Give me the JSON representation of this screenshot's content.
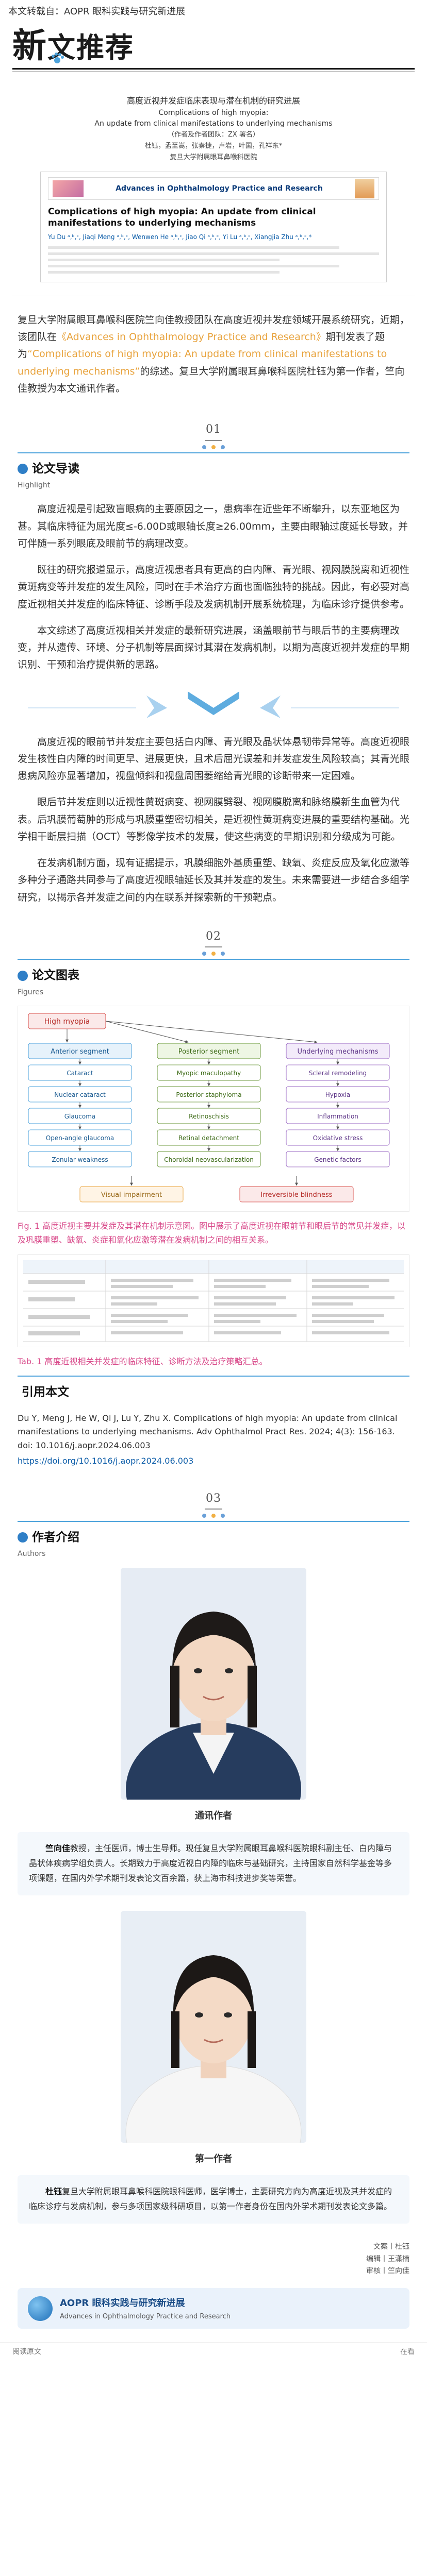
{
  "topbar": {
    "text": "本文转载自：AOPR 眼科实践与研究新进展"
  },
  "hero": {
    "title_first": "新",
    "title_rest": "文推荐"
  },
  "paper_cover": {
    "title_zh": "高度近视并发症临床表现与潜在机制的研究进展",
    "subtitle_en": "Complications of high myopia:",
    "title_en": "An update from clinical manifestations to underlying mechanisms",
    "journal_zh": "（作者及作者团队：ZX 署名）",
    "authors_zh": "杜钰，孟至嵩，张秦捷，卢岩，叶国，孔祥东*",
    "affiliation_zh": "复旦大学附属眼耳鼻喉科医院",
    "pdf": {
      "journal_name": "Advances in Ophthalmology Practice and Research",
      "article_title": "Complications of high myopia: An update from clinical manifestations to underlying mechanisms",
      "authors": "Yu Du ᵃ,ᵇ,ᶜ, Jiaqi Meng ᵃ,ᵇ,ᶜ, Wenwen He ᵃ,ᵇ,ᶜ, Jiao Qi ᵃ,ᵇ,ᶜ, Yi Lu ᵃ,ᵇ,ᶜ, Xiangjia Zhu ᵃ,ᵇ,ᶜ,*"
    }
  },
  "intro": {
    "p1": "复旦大学附属眼耳鼻喉科医院竺向佳教授团队在高度近视并发症领域开展系统研究，近期，该团队在",
    "highlight": "《Advances in Ophthalmology Practice and Research》",
    "p2": "期刊发表了题为",
    "highlight_title": "“Complications of high myopia: An update from clinical manifestations to underlying mechanisms”",
    "p3": "的综述。复旦大学附属眼耳鼻喉科医院杜钰为第一作者，竺向佳教授为本文通讯作者。"
  },
  "section1": {
    "num": "01",
    "title_zh": "论文导读",
    "title_en": "Highlight",
    "paras": [
      "高度近视是引起致盲眼病的主要原因之一，患病率在近些年不断攀升，以东亚地区为甚。其临床特征为屈光度≤-6.00D或眼轴长度≥26.00mm，主要由眼轴过度延长导致，并可伴随一系列眼底及眼前节的病理改变。",
      "既往的研究报道显示，高度近视患者具有更高的白内障、青光眼、视网膜脱离和近视性黄斑病变等并发症的发生风险，同时在手术治疗方面也面临独特的挑战。因此，有必要对高度近视相关并发症的临床特征、诊断手段及发病机制开展系统梳理，为临床诊疗提供参考。",
      "本文综述了高度近视相关并发症的最新研究进展，涵盖眼前节与眼后节的主要病理改变，并从遗传、环境、分子机制等层面探讨其潜在发病机制，以期为高度近视并发症的早期识别、干预和治疗提供新的思路。"
    ]
  },
  "section1b": {
    "paras": [
      "高度近视的眼前节并发症主要包括白内障、青光眼及晶状体悬韧带异常等。高度近视眼发生核性白内障的时间更早、进展更快，且术后屈光误差和并发症发生风险较高；其青光眼患病风险亦显著增加，视盘倾斜和视盘周围萎缩给青光眼的诊断带来一定困难。",
      "眼后节并发症则以近视性黄斑病变、视网膜劈裂、视网膜脱离和脉络膜新生血管为代表。后巩膜葡萄肿的形成与巩膜重塑密切相关，是近视性黄斑病变进展的重要结构基础。光学相干断层扫描（OCT）等影像学技术的发展，使这些病变的早期识别和分级成为可能。",
      "在发病机制方面，现有证据提示，巩膜细胞外基质重塑、缺氧、炎症反应及氧化应激等多种分子通路共同参与了高度近视眼轴延长及其并发症的发生。未来需要进一步结合多组学研究，以揭示各并发症之间的内在联系并探索新的干预靶点。"
    ]
  },
  "section2": {
    "num": "02",
    "title_zh": "论文图表",
    "title_en": "Figures",
    "figure": {
      "root": "High myopia",
      "left_col": [
        "Anterior segment",
        "Cataract",
        "Nuclear cataract",
        "Glaucoma",
        "Open-angle glaucoma",
        "Zonular weakness"
      ],
      "mid_col": [
        "Posterior segment",
        "Myopic maculopathy",
        "Posterior staphyloma",
        "Retinoschisis",
        "Retinal detachment",
        "Choroidal neovascularization"
      ],
      "right_col": [
        "Underlying mechanisms",
        "Scleral remodeling",
        "Hypoxia",
        "Inflammation",
        "Oxidative stress",
        "Genetic factors"
      ],
      "bottom_left": "Visual impairment",
      "bottom_right": "Irreversible blindness"
    },
    "fig_caption": "Fig. 1 高度近视主要并发症及其潜在机制示意图。图中展示了高度近视在眼前节和眼后节的常见并发症，以及巩膜重塑、缺氧、炎症和氧化应激等潜在发病机制之间的相互关系。",
    "table_caption": "Tab. 1 高度近视相关并发症的临床特征、诊断方法及治疗策略汇总。"
  },
  "citation": {
    "title": "引用本文",
    "text": "Du Y, Meng J, He W, Qi J, Lu Y, Zhu X. Complications of high myopia: An update from clinical manifestations to underlying mechanisms. Adv Ophthalmol Pract Res. 2024; 4(3): 156-163. doi: 10.1016/j.aopr.2024.06.003",
    "url": "https://doi.org/10.1016/j.aopr.2024.06.003"
  },
  "section3": {
    "num": "03",
    "title_zh": "作者介绍",
    "title_en": "Authors",
    "caption1": "通讯作者",
    "bio1_name": "竺向佳",
    "bio1": "教授，主任医师，博士生导师。现任复旦大学附属眼耳鼻喉科医院眼科副主任、白内障与晶状体疾病学组负责人。长期致力于高度近视白内障的临床与基础研究，主持国家自然科学基金等多项课题，在国内外学术期刊发表论文百余篇，获上海市科技进步奖等荣誉。",
    "caption2": "第一作者",
    "bio2_name": "杜钰",
    "bio2": "复旦大学附属眼耳鼻喉科医院眼科医师，医学博士，主要研究方向为高度近视及其并发症的临床诊疗与发病机制，参与多项国家级科研项目，以第一作者身份在国内外学术期刊发表论文多篇。"
  },
  "credits": {
    "lines": [
      "文案丨杜钰",
      "编辑丨王潇楠",
      "审核丨竺向佳"
    ]
  },
  "footer": {
    "title": "AOPR 眼科实践与研究新进展",
    "sub": "Advances in Ophthalmology Practice and Research",
    "left": "阅读原文",
    "right": "在看"
  },
  "colors": {
    "accent_blue": "#4da3dc",
    "accent_orange": "#e8a33d",
    "accent_pink": "#d94b8b"
  }
}
